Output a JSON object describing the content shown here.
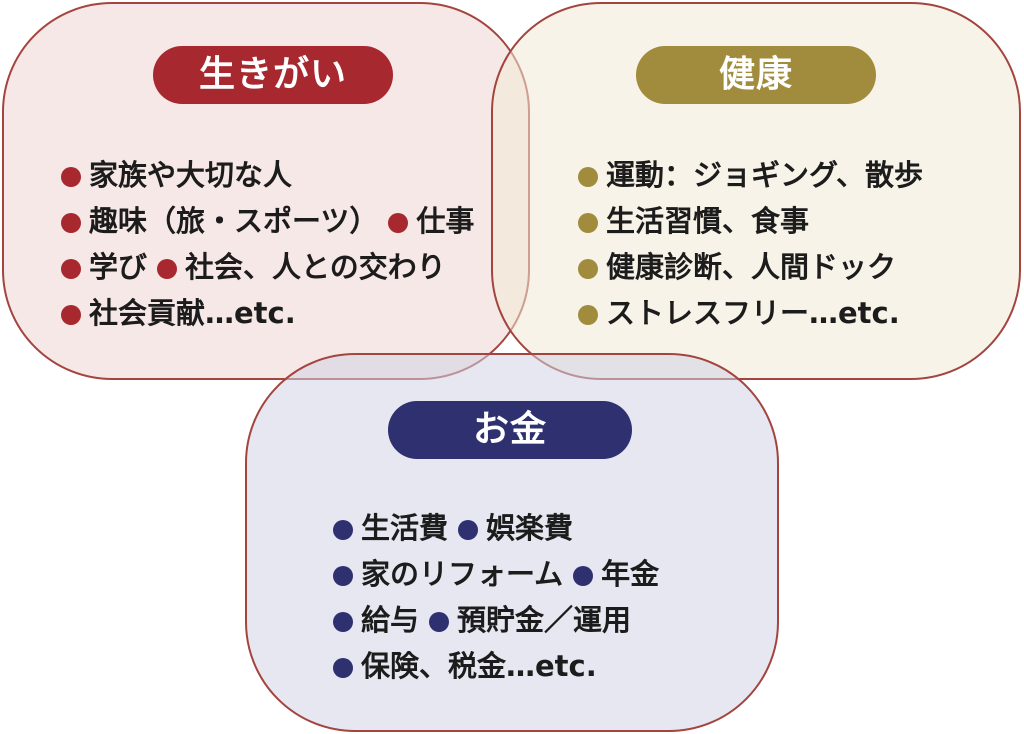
{
  "colors": {
    "ikigai": "#a8282f",
    "kenkou": "#a08c3c",
    "okane": "#2e3070"
  },
  "panels": {
    "ikigai": {
      "title": "生きがい",
      "lines": [
        [
          "家族や大切な人"
        ],
        [
          "趣味（旅・スポーツ）",
          "仕事"
        ],
        [
          "学び",
          "社会、人との交わり"
        ],
        [
          "社会貢献…etc."
        ]
      ]
    },
    "kenkou": {
      "title": "健康",
      "lines": [
        [
          "運動：ジョギング、散歩"
        ],
        [
          "生活習慣、食事"
        ],
        [
          "健康診断、人間ドック"
        ],
        [
          "ストレスフリー…etc."
        ]
      ]
    },
    "okane": {
      "title": "お金",
      "lines": [
        [
          "生活費",
          "娯楽費"
        ],
        [
          "家のリフォーム",
          "年金"
        ],
        [
          "給与",
          "預貯金／運用"
        ],
        [
          "保険、税金…etc."
        ]
      ]
    }
  }
}
